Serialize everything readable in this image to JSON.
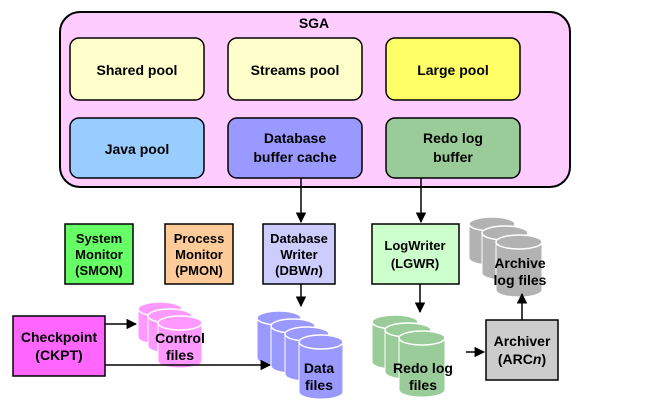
{
  "sga": {
    "title": "SGA",
    "shared_pool": "Shared pool",
    "streams_pool": "Streams pool",
    "large_pool": "Large pool",
    "java_pool": "Java pool",
    "db_buffer_cache": [
      "Database",
      "buffer cache"
    ],
    "redo_log_buffer": [
      "Redo log",
      "buffer"
    ]
  },
  "processes": {
    "smon": [
      "System",
      "Monitor",
      "(SMON)"
    ],
    "pmon": [
      "Process",
      "Monitor",
      "(PMON)"
    ],
    "dbwn": [
      "Database",
      "Writer",
      "(DBW",
      "n",
      ")"
    ],
    "lgwr": [
      "LogWriter",
      "(LGWR)"
    ],
    "ckpt": [
      "Checkpoint",
      "(CKPT)"
    ],
    "arcn": [
      "Archiver",
      "(ARC",
      "n",
      ")"
    ]
  },
  "files": {
    "control": [
      "Control",
      "files"
    ],
    "data": [
      "Data",
      "files"
    ],
    "redo": [
      "Redo log",
      "files"
    ],
    "archive": [
      "Archive",
      "log files"
    ]
  },
  "colors": {
    "sga_bg": "#ffccff",
    "pool_yellow": "#ffffcc",
    "large_pool": "#ffff66",
    "java_pool": "#99ccff",
    "db_buffer": "#9999ff",
    "redo_buffer": "#99cc99",
    "smon": "#66ff66",
    "pmon": "#ffcc99",
    "dbwn": "#ccccff",
    "lgwr": "#ccffcc",
    "ckpt": "#ff66ff",
    "arcn": "#cccccc",
    "control_files": "#ff99ff",
    "data_files": "#9999ff",
    "redo_files": "#99cc99",
    "archive_files": "#b2b2b2"
  }
}
